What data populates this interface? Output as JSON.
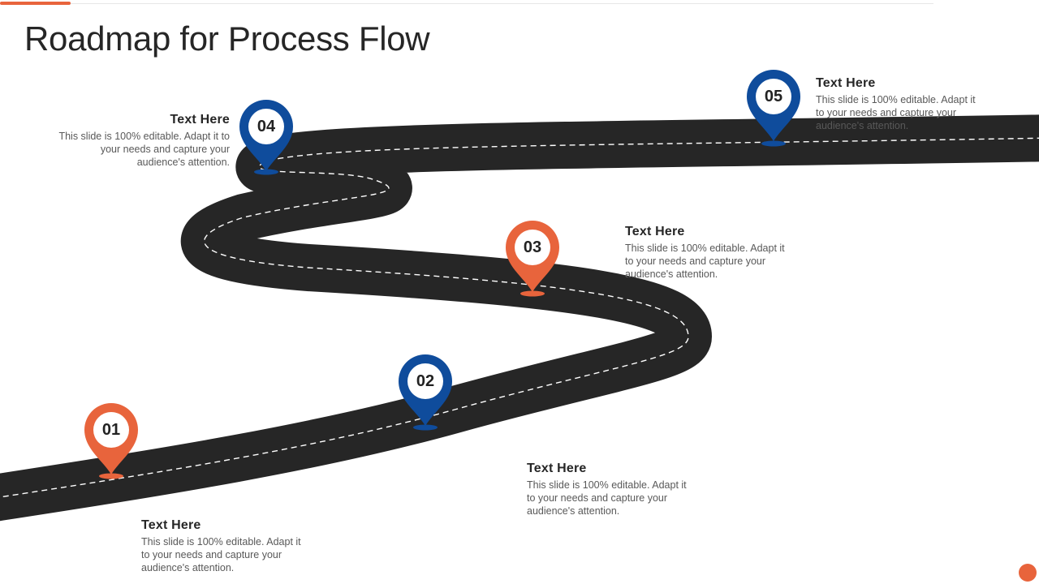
{
  "title": "Roadmap for Process Flow",
  "colors": {
    "orange": "#e8643c",
    "blue": "#0f4c9c",
    "road": "#262626",
    "dash": "#ffffff"
  },
  "milestones": [
    {
      "number": "01",
      "color": "orange",
      "heading": "Text Here",
      "text": "This slide is 100% editable. Adapt it to your needs and capture your audience's attention."
    },
    {
      "number": "02",
      "color": "blue",
      "heading": "Text Here",
      "text": "This slide is 100% editable. Adapt it to your needs and capture your audience's attention."
    },
    {
      "number": "03",
      "color": "orange",
      "heading": "Text Here",
      "text": "This slide is 100% editable. Adapt it to your needs and capture your audience's attention."
    },
    {
      "number": "04",
      "color": "blue",
      "heading": "Text Here",
      "text": "This slide is 100% editable. Adapt it to your needs and capture your audience's attention."
    },
    {
      "number": "05",
      "color": "blue",
      "heading": "Text Here",
      "text": "This slide is 100% editable. Adapt it to your needs and capture your audience's attention."
    }
  ]
}
